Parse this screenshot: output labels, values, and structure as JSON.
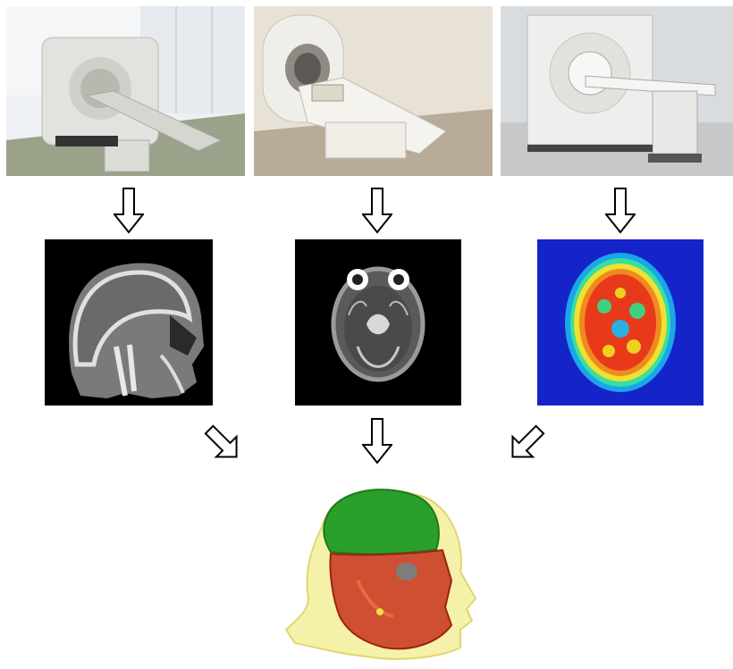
{
  "scanners": [
    {
      "icon": "ct-scanner-photo",
      "wall_color": "#e8ecef",
      "floor_color": "#9aa28a"
    },
    {
      "icon": "mri-scanner-photo",
      "wall_color": "#e7e1d6",
      "floor_color": "#b8ab97"
    },
    {
      "icon": "pet-scanner-photo",
      "wall_color": "#d8dcdf",
      "floor_color": "#c8c8c8"
    }
  ],
  "scans": [
    {
      "icon": "ct-sagittal-scan",
      "modality_color": "#9a9a9a"
    },
    {
      "icon": "mri-axial-scan",
      "modality_color": "#bdbdbd"
    },
    {
      "icon": "pet-axial-heatmap",
      "modality_color": "#1f2bd6"
    }
  ],
  "fused_model": {
    "icon": "3d-head-fusion-render",
    "colors": {
      "skin": "#f3ec8c",
      "brain": "#2a9f2a",
      "skull": "#c8321e"
    }
  },
  "arrows": [
    {
      "icon": "arrow-down-icon"
    },
    {
      "icon": "arrow-down-icon"
    },
    {
      "icon": "arrow-down-icon"
    },
    {
      "icon": "arrow-diagonal-down-right-icon"
    },
    {
      "icon": "arrow-down-icon"
    },
    {
      "icon": "arrow-diagonal-down-left-icon"
    }
  ]
}
